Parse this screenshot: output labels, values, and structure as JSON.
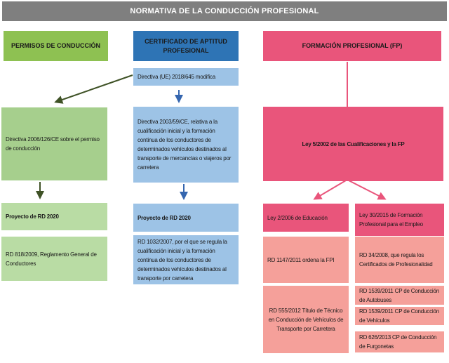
{
  "title": "NORMATIVA DE LA CONDUCCIÓN PROFESIONAL",
  "columns": {
    "permisos": {
      "header": "PERMISOS DE CONDUCCIÓN",
      "directiva": "Directiva 2006/126/CE sobre el permiso de conducción",
      "proyecto": "Proyecto de RD 2020",
      "rd": "RD 818/2009, Reglamento General de Conductores"
    },
    "cap": {
      "header": "CERTIFICADO DE APTITUD PROFESIONAL",
      "directiva_ue": "Directiva (UE) 2018/645 modifica",
      "directiva": "Directiva 2003/59/CE, relativa a la cualificación inicial y la formación continua de los conductores de determinados vehículos destinados al transporte de mercancías o viajeros por carretera",
      "proyecto": "Proyecto de RD 2020",
      "rd": "RD 1032/2007, por el que se regula la cualificación inicial y la formación continua de los conductores de determinados vehículos destinados al transporte por carretera"
    },
    "fp": {
      "header": "FORMACIÓN PROFESIONAL (FP)",
      "ley_cualificaciones": "Ley 5/2002 de las Cualificaciones y la FP",
      "ley_educacion": "Ley 2/2006 de Educación",
      "ley_empleo": "Ley 30/2015 de Formación Profesional para el Empleo",
      "rd_fpi": "RD 1147/2011 ordena la FPI",
      "rd_certificados": "RD 34/2008, que regula los Certificados de Profesionalidad",
      "rd_titulo": "RD 555/2012 Título de Técnico en Conducción de Vehículos de Transporte por Carretera",
      "rd_autobuses": "RD 1539/2011 CP de Conducción de Autobuses",
      "rd_vehiculos": "RD 1539/2011 CP de Conducción de Vehículos",
      "rd_furgonetas": "RD 626/2013 CP de Conducción de Furgonetas"
    }
  },
  "colors": {
    "title_bar": "#7F7F7F",
    "title_text": "#FFFFFF",
    "green_header": "#8EC152",
    "green_light": "#A6CF8D",
    "green_lighter": "#B9DCA4",
    "blue_header": "#2E74B5",
    "blue_light": "#9DC3E6",
    "pink_dark": "#E9557B",
    "pink_light": "#F5A09A",
    "arrow_green": "#3F5226",
    "arrow_blue": "#3566AF",
    "arrow_pink": "#E9557B"
  }
}
